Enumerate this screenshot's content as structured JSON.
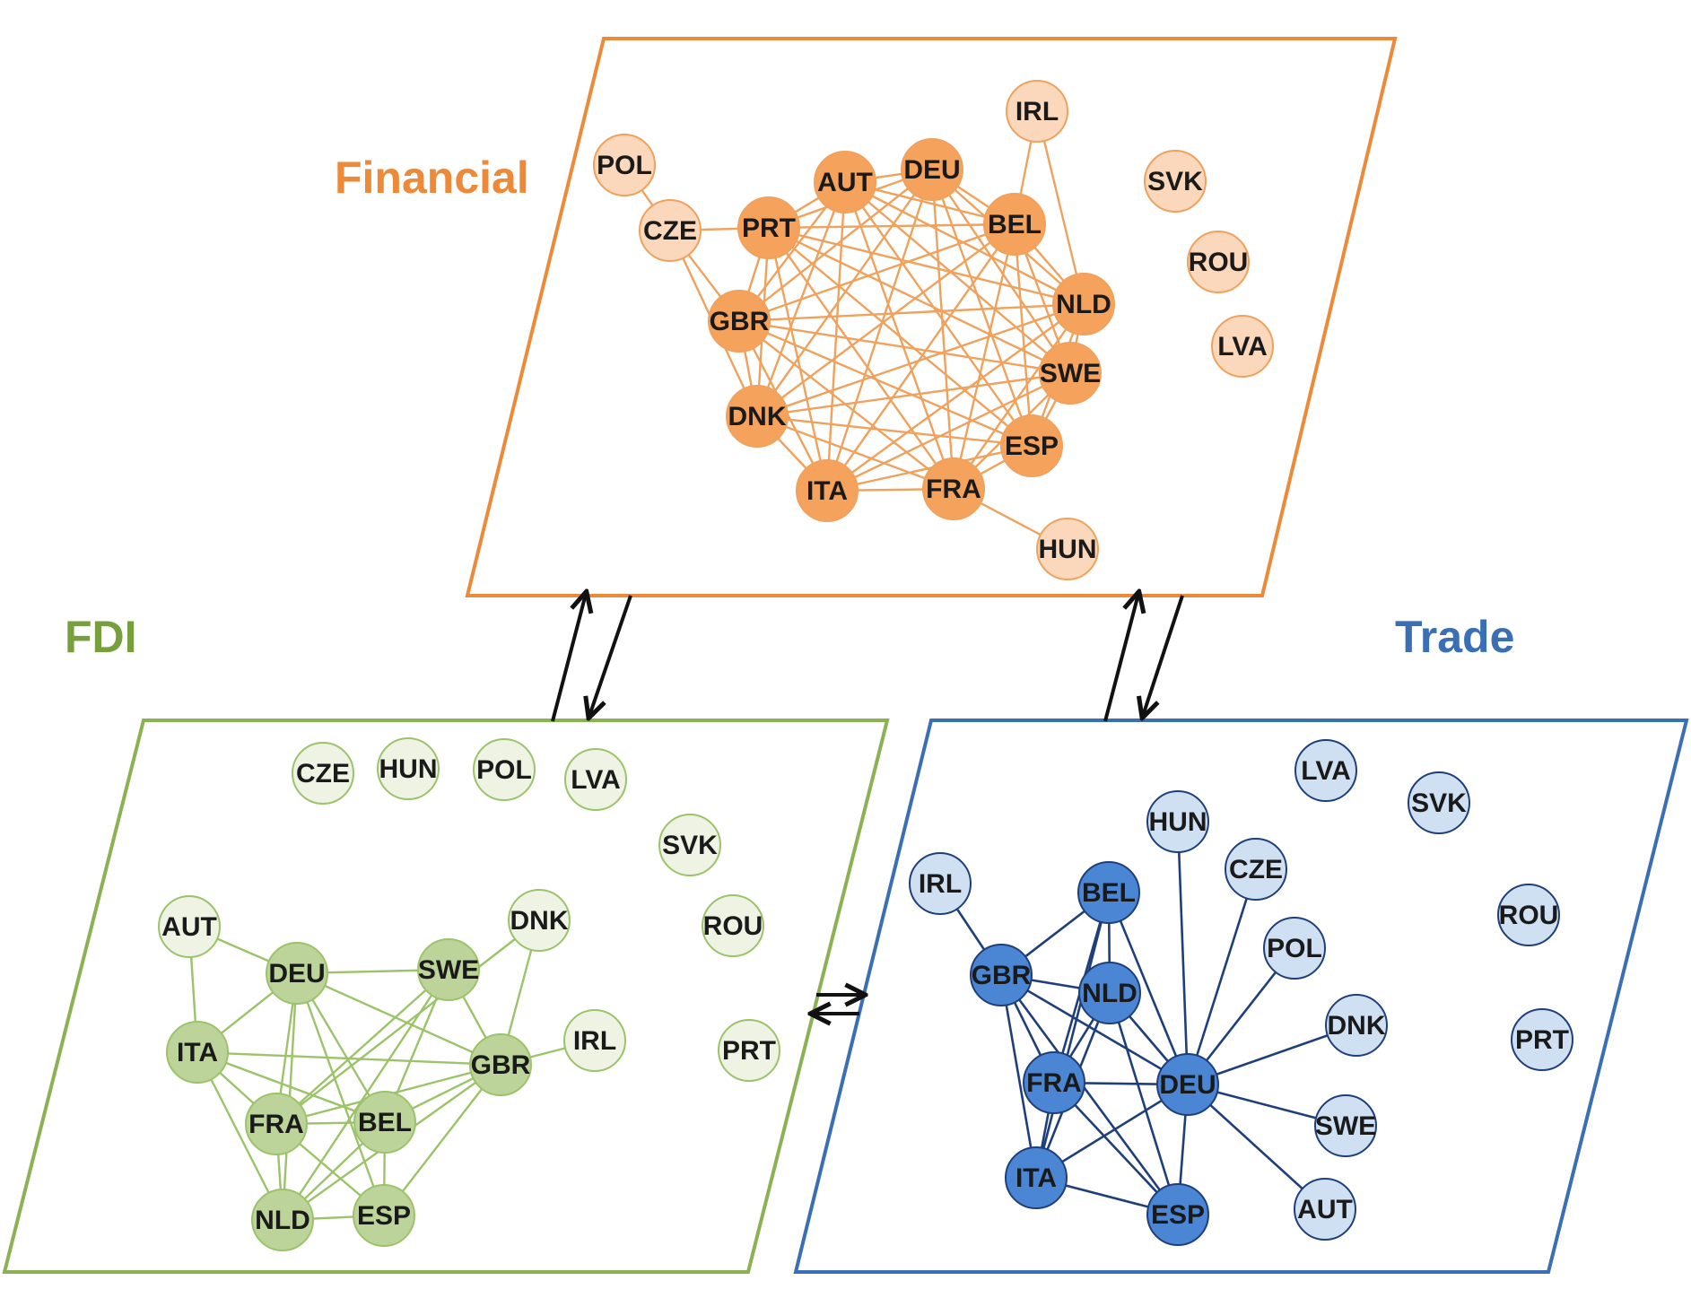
{
  "layers": {
    "financial": {
      "title": "Financial",
      "color": "#ec8a3a",
      "edge_color": "#f0a15c",
      "core_fill": "#f5a25d",
      "periph_fill": "#fbd7bb",
      "nodes": [
        {
          "id": "POL",
          "core": false
        },
        {
          "id": "CZE",
          "core": false
        },
        {
          "id": "PRT",
          "core": true
        },
        {
          "id": "AUT",
          "core": true
        },
        {
          "id": "DEU",
          "core": true
        },
        {
          "id": "IRL",
          "core": false
        },
        {
          "id": "BEL",
          "core": true
        },
        {
          "id": "GBR",
          "core": true
        },
        {
          "id": "NLD",
          "core": true
        },
        {
          "id": "SWE",
          "core": true
        },
        {
          "id": "DNK",
          "core": true
        },
        {
          "id": "ESP",
          "core": true
        },
        {
          "id": "ITA",
          "core": true
        },
        {
          "id": "FRA",
          "core": true
        },
        {
          "id": "HUN",
          "core": false
        },
        {
          "id": "SVK",
          "core": false
        },
        {
          "id": "ROU",
          "core": false
        },
        {
          "id": "LVA",
          "core": false
        }
      ],
      "edges": [
        [
          "POL",
          "CZE"
        ],
        [
          "CZE",
          "PRT"
        ],
        [
          "CZE",
          "GBR"
        ],
        [
          "CZE",
          "DNK"
        ],
        [
          "IRL",
          "BEL"
        ],
        [
          "IRL",
          "NLD"
        ],
        [
          "FRA",
          "HUN"
        ],
        [
          "PRT",
          "AUT"
        ],
        [
          "PRT",
          "DEU"
        ],
        [
          "PRT",
          "BEL"
        ],
        [
          "PRT",
          "NLD"
        ],
        [
          "PRT",
          "SWE"
        ],
        [
          "PRT",
          "ESP"
        ],
        [
          "PRT",
          "FRA"
        ],
        [
          "PRT",
          "ITA"
        ],
        [
          "PRT",
          "DNK"
        ],
        [
          "PRT",
          "GBR"
        ],
        [
          "AUT",
          "DEU"
        ],
        [
          "AUT",
          "BEL"
        ],
        [
          "AUT",
          "NLD"
        ],
        [
          "AUT",
          "SWE"
        ],
        [
          "AUT",
          "ESP"
        ],
        [
          "AUT",
          "FRA"
        ],
        [
          "AUT",
          "ITA"
        ],
        [
          "AUT",
          "DNK"
        ],
        [
          "AUT",
          "GBR"
        ],
        [
          "DEU",
          "BEL"
        ],
        [
          "DEU",
          "NLD"
        ],
        [
          "DEU",
          "SWE"
        ],
        [
          "DEU",
          "ESP"
        ],
        [
          "DEU",
          "FRA"
        ],
        [
          "DEU",
          "ITA"
        ],
        [
          "DEU",
          "DNK"
        ],
        [
          "DEU",
          "GBR"
        ],
        [
          "BEL",
          "NLD"
        ],
        [
          "BEL",
          "SWE"
        ],
        [
          "BEL",
          "ESP"
        ],
        [
          "BEL",
          "FRA"
        ],
        [
          "BEL",
          "ITA"
        ],
        [
          "BEL",
          "DNK"
        ],
        [
          "BEL",
          "GBR"
        ],
        [
          "NLD",
          "SWE"
        ],
        [
          "NLD",
          "ESP"
        ],
        [
          "NLD",
          "FRA"
        ],
        [
          "NLD",
          "ITA"
        ],
        [
          "NLD",
          "DNK"
        ],
        [
          "NLD",
          "GBR"
        ],
        [
          "SWE",
          "ESP"
        ],
        [
          "SWE",
          "FRA"
        ],
        [
          "SWE",
          "ITA"
        ],
        [
          "SWE",
          "DNK"
        ],
        [
          "SWE",
          "GBR"
        ],
        [
          "ESP",
          "FRA"
        ],
        [
          "ESP",
          "ITA"
        ],
        [
          "ESP",
          "DNK"
        ],
        [
          "ESP",
          "GBR"
        ],
        [
          "FRA",
          "ITA"
        ],
        [
          "FRA",
          "DNK"
        ],
        [
          "FRA",
          "GBR"
        ],
        [
          "ITA",
          "DNK"
        ],
        [
          "ITA",
          "GBR"
        ],
        [
          "DNK",
          "GBR"
        ]
      ]
    },
    "fdi": {
      "title": "FDI",
      "color": "#76a03c",
      "edge_color": "#9cc36a",
      "core_fill": "#bcd49a",
      "periph_fill": "#eef3e4",
      "nodes": [
        {
          "id": "CZE",
          "core": false
        },
        {
          "id": "HUN",
          "core": false
        },
        {
          "id": "POL",
          "core": false
        },
        {
          "id": "LVA",
          "core": false
        },
        {
          "id": "SVK",
          "core": false
        },
        {
          "id": "AUT",
          "core": false
        },
        {
          "id": "DNK",
          "core": false
        },
        {
          "id": "ROU",
          "core": false
        },
        {
          "id": "DEU",
          "core": true
        },
        {
          "id": "SWE",
          "core": true
        },
        {
          "id": "ITA",
          "core": true
        },
        {
          "id": "GBR",
          "core": true
        },
        {
          "id": "IRL",
          "core": false
        },
        {
          "id": "PRT",
          "core": false
        },
        {
          "id": "FRA",
          "core": true
        },
        {
          "id": "BEL",
          "core": true
        },
        {
          "id": "NLD",
          "core": true
        },
        {
          "id": "ESP",
          "core": true
        }
      ],
      "edges": [
        [
          "AUT",
          "DEU"
        ],
        [
          "AUT",
          "ITA"
        ],
        [
          "DNK",
          "GBR"
        ],
        [
          "DNK",
          "FRA"
        ],
        [
          "IRL",
          "GBR"
        ],
        [
          "DEU",
          "SWE"
        ],
        [
          "DEU",
          "ITA"
        ],
        [
          "DEU",
          "GBR"
        ],
        [
          "DEU",
          "FRA"
        ],
        [
          "DEU",
          "BEL"
        ],
        [
          "DEU",
          "NLD"
        ],
        [
          "DEU",
          "ESP"
        ],
        [
          "SWE",
          "GBR"
        ],
        [
          "SWE",
          "FRA"
        ],
        [
          "SWE",
          "BEL"
        ],
        [
          "SWE",
          "NLD"
        ],
        [
          "ITA",
          "GBR"
        ],
        [
          "ITA",
          "FRA"
        ],
        [
          "ITA",
          "BEL"
        ],
        [
          "ITA",
          "NLD"
        ],
        [
          "GBR",
          "FRA"
        ],
        [
          "GBR",
          "BEL"
        ],
        [
          "GBR",
          "NLD"
        ],
        [
          "GBR",
          "ESP"
        ],
        [
          "FRA",
          "BEL"
        ],
        [
          "FRA",
          "NLD"
        ],
        [
          "FRA",
          "ESP"
        ],
        [
          "BEL",
          "NLD"
        ],
        [
          "BEL",
          "ESP"
        ],
        [
          "NLD",
          "ESP"
        ]
      ]
    },
    "trade": {
      "title": "Trade",
      "color": "#3a6fb5",
      "edge_color": "#1f3f7a",
      "core_fill": "#4a86d4",
      "periph_fill": "#d0e0f3",
      "nodes": [
        {
          "id": "LVA",
          "core": false
        },
        {
          "id": "SVK",
          "core": false
        },
        {
          "id": "HUN",
          "core": false
        },
        {
          "id": "IRL",
          "core": false
        },
        {
          "id": "BEL",
          "core": true
        },
        {
          "id": "CZE",
          "core": false
        },
        {
          "id": "ROU",
          "core": false
        },
        {
          "id": "POL",
          "core": false
        },
        {
          "id": "GBR",
          "core": true
        },
        {
          "id": "NLD",
          "core": true
        },
        {
          "id": "DNK",
          "core": false
        },
        {
          "id": "PRT",
          "core": false
        },
        {
          "id": "FRA",
          "core": true
        },
        {
          "id": "DEU",
          "core": true
        },
        {
          "id": "SWE",
          "core": false
        },
        {
          "id": "ITA",
          "core": true
        },
        {
          "id": "ESP",
          "core": true
        },
        {
          "id": "AUT",
          "core": false
        }
      ],
      "edges": [
        [
          "IRL",
          "GBR"
        ],
        [
          "BEL",
          "GBR"
        ],
        [
          "BEL",
          "NLD"
        ],
        [
          "BEL",
          "FRA"
        ],
        [
          "BEL",
          "DEU"
        ],
        [
          "BEL",
          "ITA"
        ],
        [
          "GBR",
          "NLD"
        ],
        [
          "GBR",
          "FRA"
        ],
        [
          "GBR",
          "DEU"
        ],
        [
          "GBR",
          "ITA"
        ],
        [
          "GBR",
          "ESP"
        ],
        [
          "NLD",
          "FRA"
        ],
        [
          "NLD",
          "DEU"
        ],
        [
          "NLD",
          "ITA"
        ],
        [
          "NLD",
          "ESP"
        ],
        [
          "FRA",
          "DEU"
        ],
        [
          "FRA",
          "ITA"
        ],
        [
          "FRA",
          "ESP"
        ],
        [
          "DEU",
          "ITA"
        ],
        [
          "DEU",
          "ESP"
        ],
        [
          "ITA",
          "ESP"
        ],
        [
          "DEU",
          "HUN"
        ],
        [
          "DEU",
          "CZE"
        ],
        [
          "DEU",
          "POL"
        ],
        [
          "DEU",
          "DNK"
        ],
        [
          "DEU",
          "SWE"
        ],
        [
          "DEU",
          "AUT"
        ]
      ]
    }
  },
  "arrow_color": "#111111"
}
